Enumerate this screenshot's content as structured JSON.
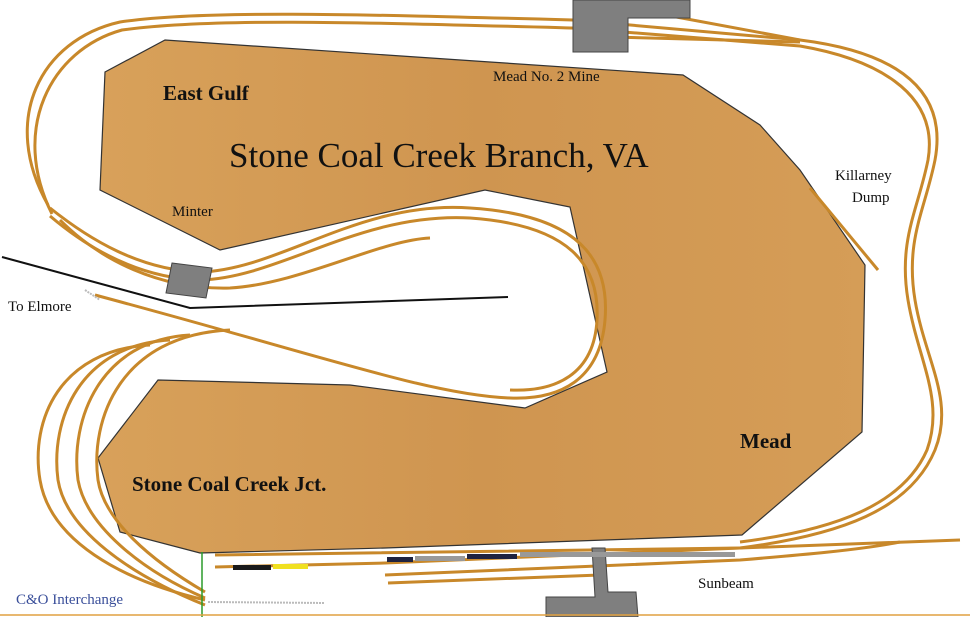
{
  "title": "Stone Coal Creek Branch, VA",
  "labels": {
    "east_gulf": "East Gulf",
    "mead_mine": "Mead No. 2 Mine",
    "minter": "Minter",
    "killarney": "Killarney",
    "dump": "Dump",
    "to_elmore": "To Elmore",
    "mead": "Mead",
    "jct": "Stone Coal Creek Jct.",
    "sunbeam": "Sunbeam",
    "interchange": "C&O Interchange"
  },
  "colors": {
    "benchwork": "#d39a52",
    "track": "#c8882a",
    "structure": "#7f7f7f",
    "interchange_text": "#3a4f9a"
  }
}
